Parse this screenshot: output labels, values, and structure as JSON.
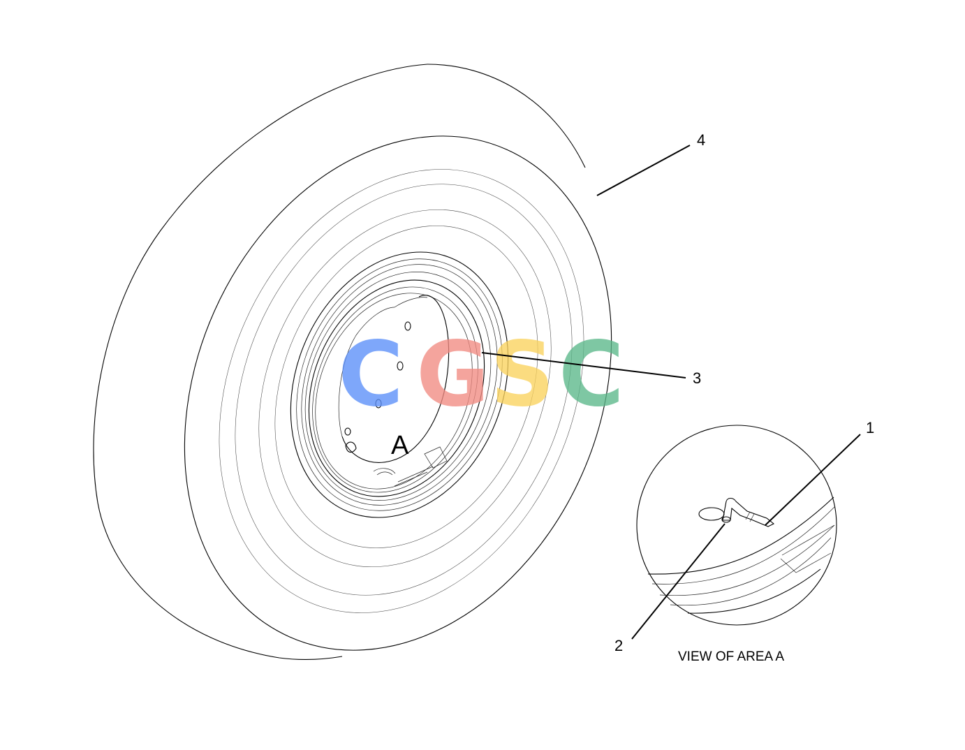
{
  "callouts": {
    "part_1": "1",
    "part_2": "2",
    "part_3": "3",
    "part_4": "4"
  },
  "area_label": "A",
  "detail_caption": "VIEW OF AREA A",
  "watermark": {
    "letters": [
      "C",
      "G",
      "S",
      "C"
    ],
    "colors": [
      "#5b8ff9",
      "#f28b82",
      "#fbd35d",
      "#5bb88a"
    ]
  }
}
